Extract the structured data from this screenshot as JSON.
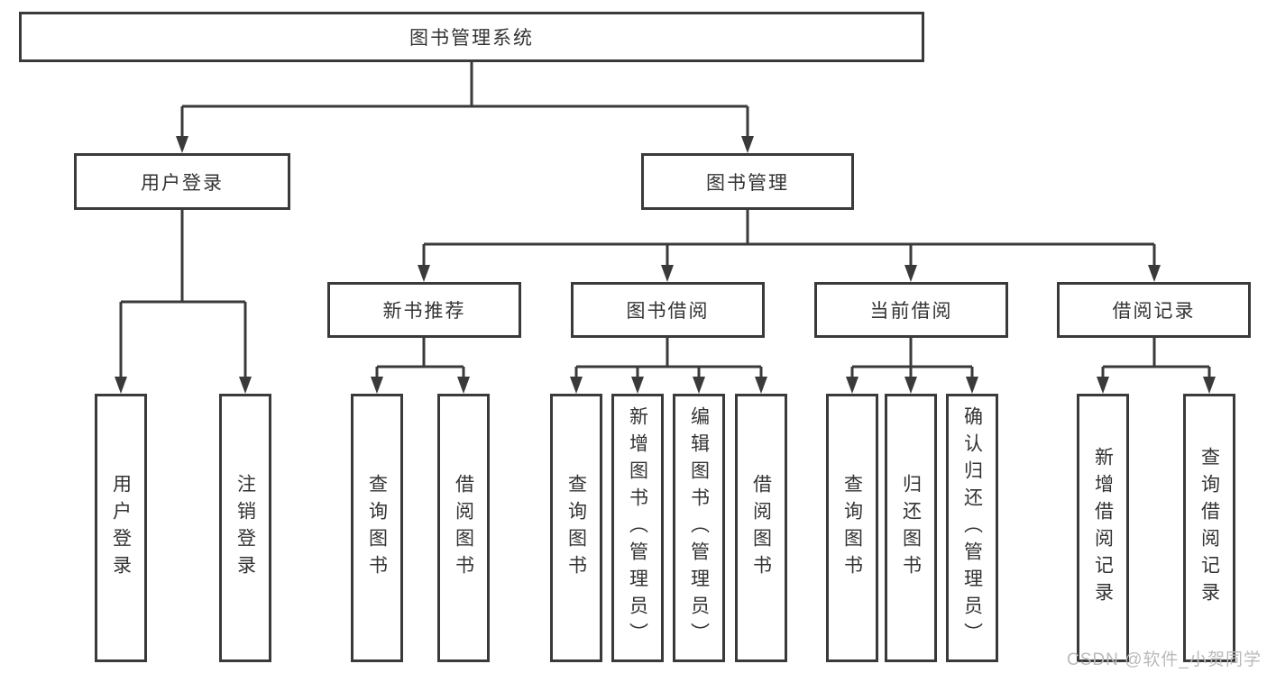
{
  "tree": {
    "root": {
      "label": "图书管理系统"
    },
    "branches": [
      {
        "label": "用户登录",
        "children": [
          {
            "label": "用户登录"
          },
          {
            "label": "注销登录"
          }
        ]
      },
      {
        "label": "图书管理",
        "sections": [
          {
            "label": "新书推荐",
            "children": [
              {
                "label": "查询图书"
              },
              {
                "label": "借阅图书"
              }
            ]
          },
          {
            "label": "图书借阅",
            "children": [
              {
                "label": "查询图书"
              },
              {
                "label": "新增图书（管理员）"
              },
              {
                "label": "编辑图书（管理员）"
              },
              {
                "label": "借阅图书"
              }
            ]
          },
          {
            "label": "当前借阅",
            "children": [
              {
                "label": "查询图书"
              },
              {
                "label": "归还图书"
              },
              {
                "label": "确认归还（管理员）"
              }
            ]
          },
          {
            "label": "借阅记录",
            "children": [
              {
                "label": "新增借阅记录"
              },
              {
                "label": "查询借阅记录"
              }
            ]
          }
        ]
      }
    ]
  },
  "watermark": {
    "text": "CSDN @软件_小贺同学"
  },
  "colors": {
    "line": "#3a3a3a",
    "text": "#333333",
    "box_fill": "#ffffff",
    "background": "#ffffff",
    "watermark": "#bababa"
  }
}
